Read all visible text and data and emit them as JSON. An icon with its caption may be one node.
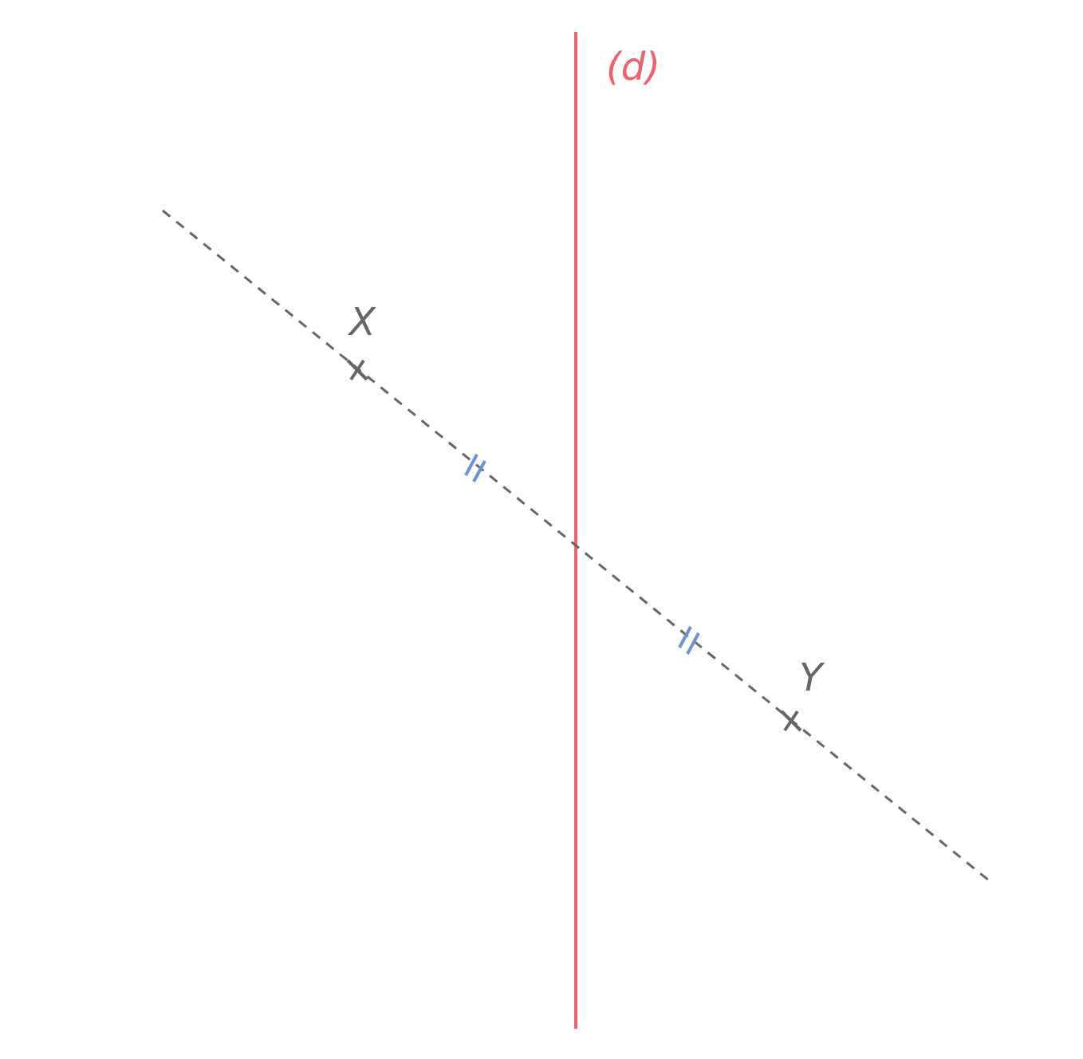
{
  "diagram": {
    "labels": [
      "(d)",
      "X",
      "Y"
    ]
  }
}
